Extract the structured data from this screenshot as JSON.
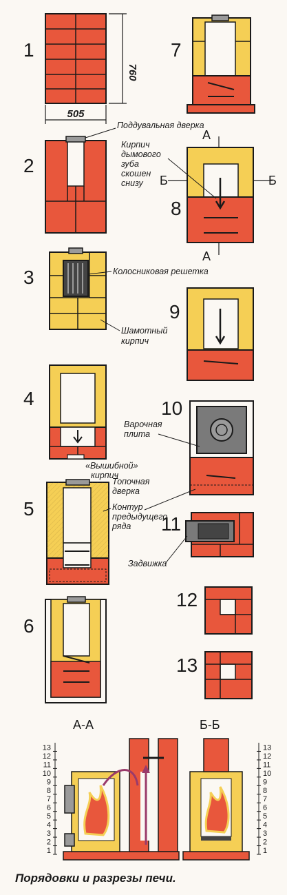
{
  "colors": {
    "red_brick": "#e8573c",
    "fire_brick": "#f5cf55",
    "mortar": "#1a1a1a",
    "metal": "#9a9a9a",
    "background": "#fbf8f3"
  },
  "rows": [
    {
      "number": "1",
      "label": "1"
    },
    {
      "number": "2",
      "label": "2"
    },
    {
      "number": "3",
      "label": "3"
    },
    {
      "number": "4",
      "label": "4"
    },
    {
      "number": "5",
      "label": "5"
    },
    {
      "number": "6",
      "label": "6"
    },
    {
      "number": "7",
      "label": "7"
    },
    {
      "number": "8",
      "label": "8"
    },
    {
      "number": "9",
      "label": "9"
    },
    {
      "number": "10",
      "label": "10"
    },
    {
      "number": "11",
      "label": "11"
    },
    {
      "number": "12",
      "label": "12"
    },
    {
      "number": "13",
      "label": "13"
    }
  ],
  "dimensions": {
    "width": "505",
    "height": "760"
  },
  "annotations": {
    "ash_door": "Поддувальная дверка",
    "smoke_tooth_line1": "Кирпич",
    "smoke_tooth_line2": "дымового",
    "smoke_tooth_line3": "зуба",
    "smoke_tooth_line4": "скошен",
    "smoke_tooth_line5": "снизу",
    "grate": "Колосниковая решетка",
    "fireclay_line1": "Шамотный",
    "fireclay_line2": "кирпич",
    "cooking_plate_line1": "Варочная",
    "cooking_plate_line2": "плита",
    "knockout_line1": "«Вышибной»",
    "knockout_line2": "кирпич",
    "fire_door_line1": "Топочная",
    "fire_door_line2": "дверка",
    "contour_line1": "Контур",
    "contour_line2": "предыдущего",
    "contour_line3": "ряда",
    "damper": "Задвижка"
  },
  "section_marks": {
    "a": "А",
    "b": "Б"
  },
  "sections": {
    "aa": "А-А",
    "bb": "Б-Б"
  },
  "scale_numbers": [
    "1",
    "2",
    "3",
    "4",
    "5",
    "6",
    "7",
    "8",
    "9",
    "10",
    "11",
    "12",
    "13"
  ],
  "caption": "Порядовки и разрезы печи."
}
